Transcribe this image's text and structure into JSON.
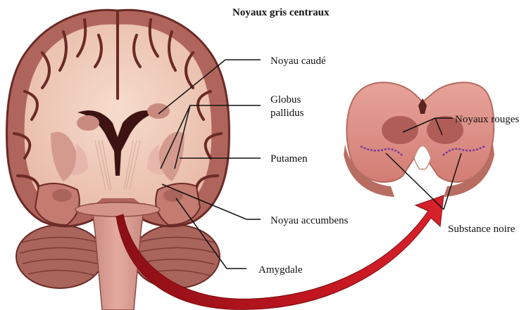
{
  "title": "Noyaux gris centraux",
  "labels": {
    "caudate": "Noyau caudé",
    "globus_line1": "Globus",
    "globus_line2": "pallidus",
    "putamen": "Putamen",
    "accumbens": "Noyau accumbens",
    "amygdala": "Amygdale",
    "red_nuclei": "Noyaux rouges",
    "substantia_nigra": "Substance noire"
  },
  "colors": {
    "gray_matter": "#b0655c",
    "white_matter": "#f1cfc0",
    "tissue_dark": "#6b2a26",
    "arrow_red": "#b5121b",
    "midbrain": "#d9847a",
    "red_nucleus": "#a8544f"
  }
}
